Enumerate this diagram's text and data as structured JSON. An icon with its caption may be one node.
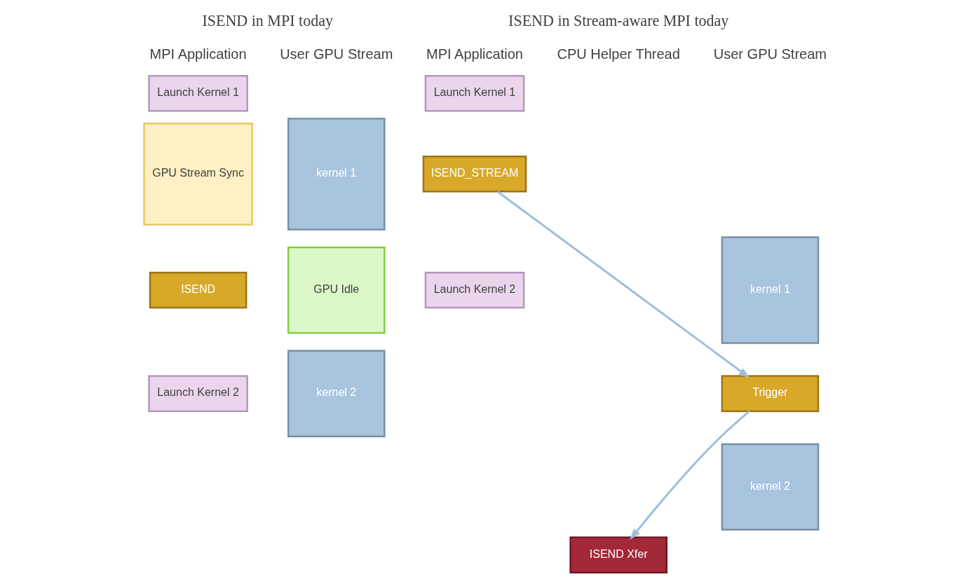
{
  "diagram": {
    "nodes": [
      {
        "text": [
          "Launch Kernel 1"
        ]
      },
      {
        "text": [
          "GPU Stream Sync"
        ]
      },
      {
        "text": [
          "ISEND"
        ]
      },
      {
        "text": [
          "Launch Kernel 2"
        ]
      },
      {
        "text": [
          "kernel 1"
        ]
      },
      {
        "text": [
          "GPU Idle"
        ]
      },
      {
        "text": [
          "kernel 2"
        ]
      },
      {
        "text": [
          "Launch Kernel 1"
        ]
      },
      {
        "text": [
          "ISEND_STREAM"
        ]
      },
      {
        "text": [
          "Launch Kernel 2"
        ]
      },
      {
        "text": [
          "kernel 1"
        ]
      },
      {
        "text": [
          "Trigger"
        ]
      },
      {
        "text": [
          "kernel 2"
        ]
      },
      {
        "text": [
          "ISEND Xfer"
        ]
      }
    ],
    "edges": [
      {
        "from": 8,
        "to": 11,
        "arrow": "to"
      },
      {
        "from": 11,
        "to": 13,
        "arrow": "to"
      }
    ],
    "labels": [
      "ISEND in MPI today",
      "MPI Application",
      "User GPU Stream",
      "ISEND in Stream-aware MPI today",
      "MPI Application",
      "CPU Helper Thread",
      "User GPU Stream"
    ]
  }
}
